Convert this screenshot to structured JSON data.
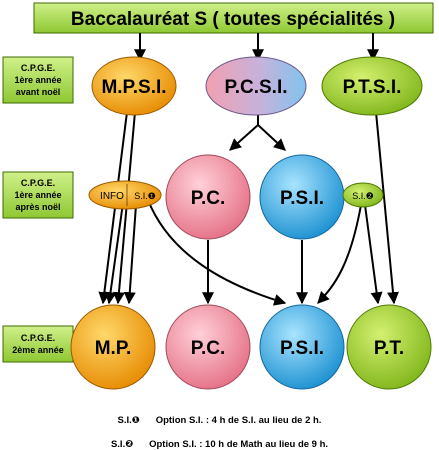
{
  "header": {
    "title": "Baccalauréat S  ( toutes spécialités )"
  },
  "rows": [
    [
      "C.P.G.E.",
      "1ère année",
      "avant noël"
    ],
    [
      "C.P.G.E.",
      "1ère année",
      "après noël"
    ],
    [
      "C.P.G.E.",
      "2ème année"
    ]
  ],
  "row1": {
    "mpsi": "M.P.S.I.",
    "pcsi": "P.C.S.I.",
    "ptsi": "P.T.S.I."
  },
  "row2": {
    "info": "INFO",
    "si1": "S.I.❶",
    "pc": "P.C.",
    "psi": "P.S.I.",
    "si2": "S.I.❷"
  },
  "row3": {
    "mp": "M.P.",
    "pc": "P.C.",
    "psi": "P.S.I.",
    "pt": "P.T."
  },
  "legend": [
    {
      "key": "S.I.❶",
      "text": "Option S.I. : 4 h de S.I. au lieu de 2 h."
    },
    {
      "key": "S.I.❷",
      "text": "Option S.I. : 10 h de Math au lieu de 9 h."
    }
  ],
  "colors": {
    "green": "#9acd2a",
    "orange": "#f5a81a",
    "pink": "#ee8b9c",
    "blue": "#29a8e6",
    "lilac": "#b9a6d6",
    "label_bg": "#b5e36a"
  }
}
